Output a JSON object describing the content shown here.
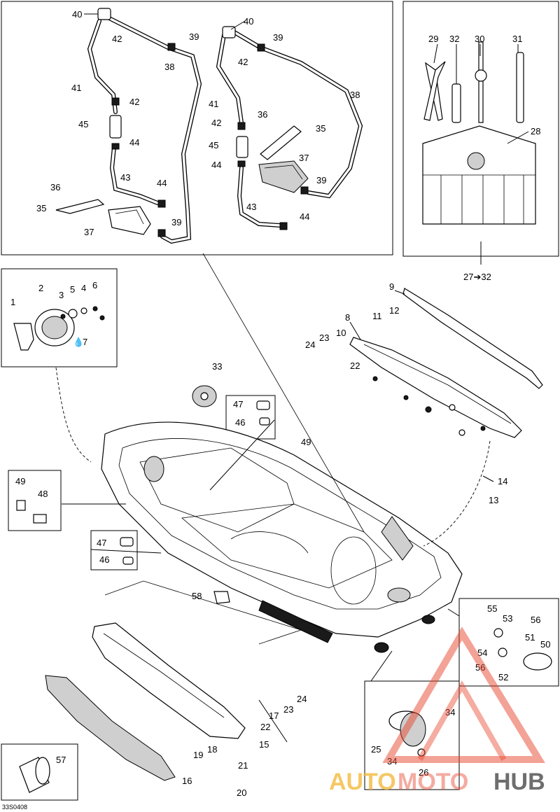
{
  "diagram": {
    "drawing_code": "33S0408",
    "callouts": [
      "1",
      "2",
      "3",
      "4",
      "5",
      "6",
      "7",
      "8",
      "9",
      "10",
      "11",
      "12",
      "13",
      "14",
      "15",
      "16",
      "17",
      "18",
      "19",
      "20",
      "21",
      "22",
      "23",
      "24",
      "25",
      "26",
      "27",
      "28",
      "29",
      "30",
      "31",
      "32",
      "33",
      "34",
      "35",
      "36",
      "37",
      "38",
      "39",
      "40",
      "41",
      "42",
      "43",
      "44",
      "45",
      "46",
      "47",
      "48",
      "49",
      "50",
      "51",
      "52",
      "53",
      "54",
      "55",
      "56",
      "57",
      "58"
    ],
    "kit_range_label": "27➔32",
    "colors": {
      "line": "#000000",
      "watermark_auto": "#f2b632",
      "watermark_moto": "#e8462e",
      "watermark_hub": "#555555",
      "logo_triangle": "#e8462e"
    }
  },
  "watermark": {
    "part1": "AUTO",
    "part2": "MOTO",
    "part3": "HUB"
  }
}
